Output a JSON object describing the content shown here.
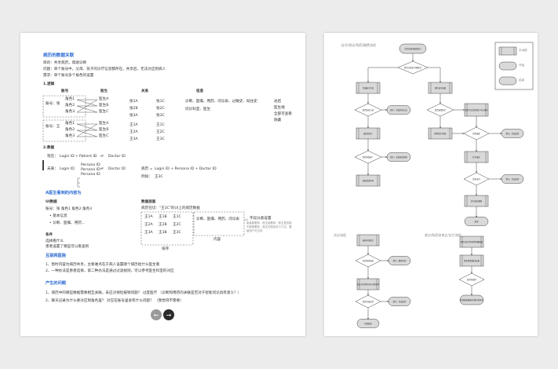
{
  "left": {
    "title": "病历的数据关联",
    "purpose": "目的：共享病历，帮助诊断",
    "problem": "问题：单个账号中，父母、孩子的诊疗信息都存在。共享后，无法对应到病人",
    "need": "需求：单个账号多个角色的设置",
    "s1": "1.逻辑",
    "col_account": "账号",
    "col_doctor": "医生",
    "col_relation": "关系",
    "col_info": "信息",
    "acc_zhang": "账号：张",
    "acc_wang": "账号：王",
    "roles_zhang": [
      "角色1",
      "角色2",
      "角色3"
    ],
    "roles_wang": [
      "角色1",
      "角色2",
      "角色3"
    ],
    "doctors_zhang": [
      "医生A",
      "医生B",
      "医生C"
    ],
    "doctors_wang": [
      "医生A",
      "医生B",
      "医生C"
    ],
    "rel_zhang_l": [
      "张1A",
      "张2B",
      "张3A"
    ],
    "rel_zhang_r": [
      "张1C",
      "张2C",
      "张3C"
    ],
    "rel_wang_l": [
      "王1A",
      "王2A",
      "王3A"
    ],
    "rel_wang_r": [
      "王1C",
      "王2C",
      "王3C"
    ],
    "info1": "诊断、医嘱、用药、问诊表、过敏史、既往史",
    "info2": "问诊科室、医生",
    "right_list": [
      "总结",
      "医生端",
      "全部可查看",
      "隐藏"
    ],
    "s2": "2.数据",
    "now_label": "现在：",
    "now_login": "Login ID",
    "now_plus": "+",
    "now_patient": "Patient ID",
    "now_arrow": "⇌",
    "now_doctor": "Doctor ID",
    "future_label": "未来：",
    "future_login": "Login ID",
    "future_personas": [
      "Persona ID",
      "Persona ID",
      "Persona ID"
    ],
    "future_doctor": "Doctor ID",
    "formula_label": "病历 =",
    "formula": "Login ID  +  Persona ID  +  Doctor ID",
    "example_label": "例如：",
    "example_value": "王3C",
    "a_title": "A医生看到的内容为",
    "ui_title": "UI数据",
    "ui_account": "账号：张  角色1  角色2  角色3",
    "ui_bullets": [
      "基本信息",
      "诊断、医嘱、用药..."
    ],
    "cond_title": "条件",
    "cond_lines": [
      "选择看什么",
      "患者设置了哪些可以看查到"
    ],
    "dp_title": "数据层面",
    "dp_sub": "病历在切：\"王3C\"的UI上的病历数据",
    "dp_rows": [
      [
        "王1A",
        "王1B",
        "王1C"
      ],
      [
        "王2A",
        "王2B",
        "王2C"
      ],
      [
        "王3A",
        "王3B",
        "王3C"
      ]
    ],
    "dp_content": "诊断、医嘱、用药、问诊表",
    "dp_sort": "排序",
    "dp_content_label": "内容",
    "dp_note_title": "字段分类设置",
    "dp_note_lines": [
      "患者能看到，医生能看到，医生是否能",
      "不能被看到，医生的信息来人只见，看",
      "被用户可见到"
    ],
    "net_title": "互联网医院",
    "net_items": [
      "1、暂时内容为病历共享。主要难点在于病人设置哪个病历给什么医生看",
      "2、一种办法是患者选择，第二种办法是通过过滤规则，可以参考医生科室的对应"
    ],
    "q_title": "产生的问题",
    "q_items": [
      "1、病历中的哪些数据需要相互关联。未应对保险报销问题？ 过度医疗 （诊断和用药的关联是否对于智能问诊具有意义？）",
      "2、聊天记录为什么要对应到角色里？ 对应在账号里会有什么问题？ （我觉得不需要）"
    ]
  },
  "right": {
    "main_title": "挂号/就诊/购药/缴费流程",
    "legend": [
      "手动框",
      "开始",
      "结束"
    ],
    "b1_title": "试诊流程",
    "b2_title": "就诊/购药结束后/支付流程",
    "nodes": {
      "n_start": "挂号开始(选择医生)",
      "n_d1": "是否已登录/注册账号",
      "n_r1": "完善账户信息",
      "n_d2": "是否实名认证",
      "n_e1": "提示，完成实名认证",
      "n_r2": "选择就诊人",
      "n_d3": "是否有医保？",
      "n_e2": "提示，无医保后处理",
      "n_r3": "选择就诊时间",
      "n_rr1": "预约挂号结果",
      "n_rd1": "是否选择医生",
      "n_rb1": "是否有合适的医生可以预约",
      "n_rr2": "推荐医生/科室",
      "n_rd2": "是否选择",
      "n_rr3": "挂号成功",
      "n_rd3": "是否支付",
      "n_re1": "提示，完成支付",
      "n_rr4": "挂号成功通知",
      "n_end1": "结束",
      "b1_r1": "选择问诊医生",
      "b1_d1": "问诊是否结束",
      "b1_e1": "提示，继续问诊",
      "b1_r2": "医生开具诊疗/处方/检查单",
      "b1_d2": "是否完成支付",
      "b1_e2": "提示，完成支付",
      "b1_end": "问诊结束",
      "b2_r1": "病历/处方/检查单签署结果",
      "b2_r2": "患者查看/确认结果",
      "b2_d1": "是否有疑问",
      "b2_end": "问诊结果通知/反馈问诊评价"
    }
  },
  "colors": {
    "accent": "#2d6bd3",
    "node_fill": "#d9d9d9",
    "node_stroke": "#444444"
  },
  "nav": {
    "prev_icon": "arrow-left-icon",
    "next_icon": "arrow-right-icon",
    "prev": "←",
    "next": "→"
  }
}
